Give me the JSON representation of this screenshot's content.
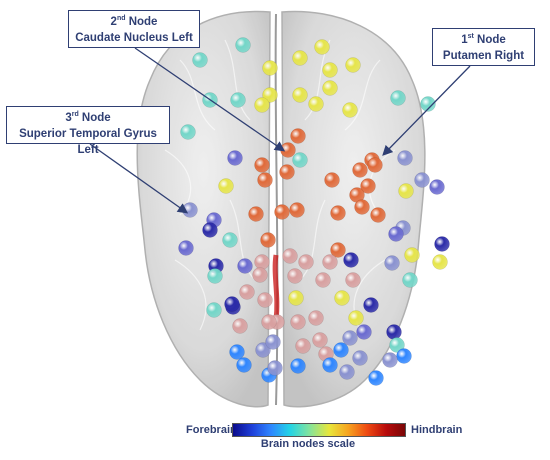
{
  "nodes": {
    "first": {
      "ordinal": "1",
      "suffix": "st",
      "word": "Node",
      "region": "Putamen Right"
    },
    "second": {
      "ordinal": "2",
      "suffix": "nd",
      "word": "Node",
      "region": "Caudate Nucleus Left"
    },
    "third": {
      "ordinal": "3",
      "suffix": "rd",
      "word": "Node",
      "region": "Superior Temporal Gyrus Left"
    }
  },
  "scale": {
    "left_label": "Forebrain",
    "right_label": "Hindbrain",
    "title": "Brain nodes scale",
    "colors": [
      "#0b0b8c",
      "#1e3fd8",
      "#2f86ff",
      "#22d3e6",
      "#7fe3a0",
      "#e8e63a",
      "#f6a31f",
      "#ef4a12",
      "#b80b0b",
      "#7a0606"
    ]
  },
  "spheres": [
    {
      "c": "#73d6c8"
    },
    {
      "c": "#e6e54a"
    },
    {
      "c": "#e6e54a"
    },
    {
      "c": "#e6e54a"
    },
    {
      "c": "#e6e54a"
    },
    {
      "c": "#e6e54a"
    },
    {
      "c": "#e6e54a"
    },
    {
      "c": "#e6e54a"
    },
    {
      "c": "#e6e54a"
    },
    {
      "c": "#73d6c8"
    },
    {
      "c": "#73d6c8"
    },
    {
      "c": "#73d6c8"
    },
    {
      "c": "#e6e54a"
    },
    {
      "c": "#e6e54a"
    },
    {
      "c": "#e6e54a"
    },
    {
      "c": "#73d6c8"
    },
    {
      "c": "#73d6c8"
    },
    {
      "c": "#73d6c8"
    },
    {
      "c": "#e06a3a"
    },
    {
      "c": "#e06a3a"
    },
    {
      "c": "#e06a3a"
    },
    {
      "c": "#e06a3a"
    },
    {
      "c": "#73d6c8"
    },
    {
      "c": "#8a92d0"
    },
    {
      "c": "#6a6ad0"
    },
    {
      "c": "#e06a3a"
    },
    {
      "c": "#e06a3a"
    },
    {
      "c": "#e06a3a"
    },
    {
      "c": "#e06a3a"
    },
    {
      "c": "#8a92d0"
    },
    {
      "c": "#e6e54a"
    },
    {
      "c": "#e06a3a"
    },
    {
      "c": "#e06a3a"
    },
    {
      "c": "#e06a3a"
    },
    {
      "c": "#e6e54a"
    },
    {
      "c": "#6a6ad0"
    },
    {
      "c": "#8a92d0"
    },
    {
      "c": "#e06a3a"
    },
    {
      "c": "#e06a3a"
    },
    {
      "c": "#e06a3a"
    },
    {
      "c": "#e06a3a"
    },
    {
      "c": "#e06a3a"
    },
    {
      "c": "#e06a3a"
    },
    {
      "c": "#8a92d0"
    },
    {
      "c": "#6a6ad0"
    },
    {
      "c": "#73d6c8"
    },
    {
      "c": "#2b2ba8"
    },
    {
      "c": "#e06a3a"
    },
    {
      "c": "#e06a3a"
    },
    {
      "c": "#6a6ad0"
    },
    {
      "c": "#2b2ba8"
    },
    {
      "c": "#6a6ad0"
    },
    {
      "c": "#d8a0a0"
    },
    {
      "c": "#d8a0a0"
    },
    {
      "c": "#d8a0a0"
    },
    {
      "c": "#d8a0a0"
    },
    {
      "c": "#6a6ad0"
    },
    {
      "c": "#2b2ba8"
    },
    {
      "c": "#e6e54a"
    },
    {
      "c": "#2b2ba8"
    },
    {
      "c": "#d8a0a0"
    },
    {
      "c": "#d8a0a0"
    },
    {
      "c": "#d8a0a0"
    },
    {
      "c": "#d8a0a0"
    },
    {
      "c": "#d8a0a0"
    },
    {
      "c": "#8a92d0"
    },
    {
      "c": "#e6e54a"
    },
    {
      "c": "#73d6c8"
    },
    {
      "c": "#2b2ba8"
    },
    {
      "c": "#d8a0a0"
    },
    {
      "c": "#e6e54a"
    },
    {
      "c": "#e6e54a"
    },
    {
      "c": "#d8a0a0"
    },
    {
      "c": "#2b2ba8"
    },
    {
      "c": "#73d6c8"
    },
    {
      "c": "#73d6c8"
    },
    {
      "c": "#2b2ba8"
    },
    {
      "c": "#d8a0a0"
    },
    {
      "c": "#d8a0a0"
    },
    {
      "c": "#d8a0a0"
    },
    {
      "c": "#2b2ba8"
    },
    {
      "c": "#e6e54a"
    },
    {
      "c": "#6a6ad0"
    },
    {
      "c": "#d8a0a0"
    },
    {
      "c": "#d8a0a0"
    },
    {
      "c": "#d8a0a0"
    },
    {
      "c": "#8a92d0"
    },
    {
      "c": "#d8a0a0"
    },
    {
      "c": "#73d6c8"
    },
    {
      "c": "#2f86ff"
    },
    {
      "c": "#8a92d0"
    },
    {
      "c": "#8a92d0"
    },
    {
      "c": "#2f86ff"
    },
    {
      "c": "#2f86ff"
    },
    {
      "c": "#8a92d0"
    },
    {
      "c": "#2f86ff"
    },
    {
      "c": "#2f86ff"
    },
    {
      "c": "#2f86ff"
    },
    {
      "c": "#8a92d0"
    },
    {
      "c": "#2f86ff"
    },
    {
      "c": "#8a92d0"
    },
    {
      "c": "#2f86ff"
    },
    {
      "c": "#8a92d0"
    }
  ]
}
